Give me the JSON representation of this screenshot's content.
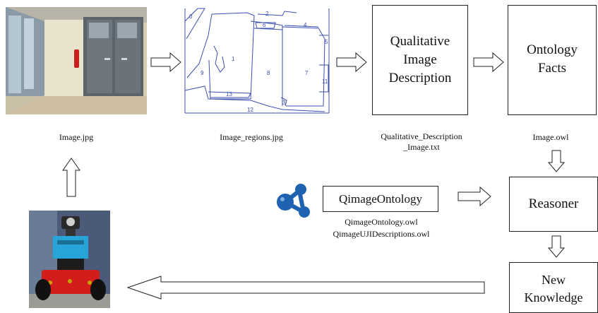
{
  "captions": {
    "image": "Image.jpg",
    "regions": "Image_regions.jpg",
    "qual_line1": "Qualitative_Description",
    "qual_line2": "_Image.txt",
    "owl": "Image.owl",
    "onto_file1": "QimageOntology.owl",
    "onto_file2": "QimageUJIDescriptions.owl"
  },
  "boxes": {
    "qualitative_line1": "Qualitative",
    "qualitative_line2": "Image",
    "qualitative_line3": "Description",
    "ontology_line1": "Ontology",
    "ontology_line2": "Facts",
    "reasoner": "Reasoner",
    "knowledge_line1": "New",
    "knowledge_line2": "Knowledge",
    "qimage": "QimageOntology"
  },
  "region_labels": [
    "0",
    "2",
    "6",
    "4",
    "5",
    "1",
    "9",
    "8",
    "7",
    "11",
    "13",
    "3",
    "12"
  ],
  "colors": {
    "region_ink": "#3a4fb0",
    "logo_blue": "#1f63b0"
  }
}
